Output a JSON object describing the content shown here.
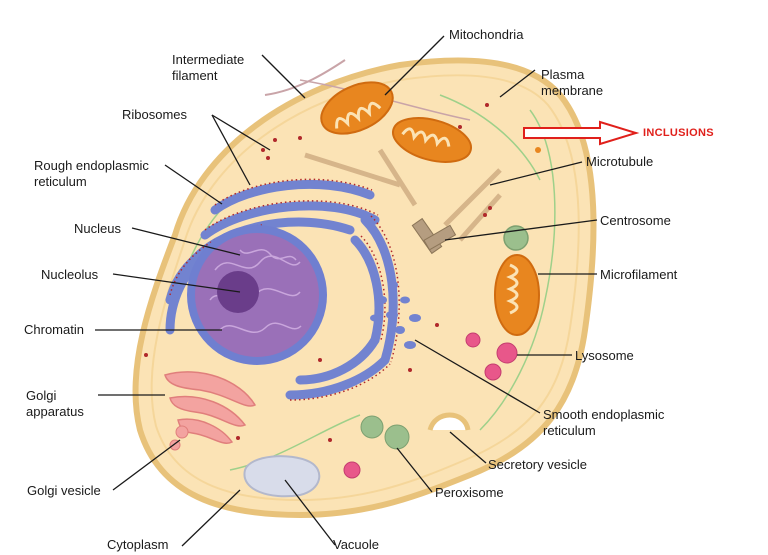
{
  "labels": {
    "mitochondria": "Mitochondria",
    "intermediate_filament_1": "Intermediate",
    "intermediate_filament_2": "filament",
    "plasma_membrane_1": "Plasma",
    "plasma_membrane_2": "membrane",
    "ribosomes": "Ribosomes",
    "inclusions": "INCLUSIONS",
    "rough_er_1": "Rough endoplasmic",
    "rough_er_2": "reticulum",
    "microtubule": "Microtubule",
    "centrosome": "Centrosome",
    "nucleus": "Nucleus",
    "nucleolus": "Nucleolus",
    "microfilament": "Microfilament",
    "chromatin": "Chromatin",
    "lysosome": "Lysosome",
    "golgi_apparatus_1": "Golgi",
    "golgi_apparatus_2": "apparatus",
    "smooth_er_1": "Smooth endoplasmic",
    "smooth_er_2": "reticulum",
    "secretory_vesicle": "Secretory vesicle",
    "golgi_vesicle": "Golgi vesicle",
    "peroxisome": "Peroxisome",
    "cytoplasm": "Cytoplasm",
    "vacuole": "Vacuole"
  },
  "colors": {
    "cytoplasm": "#fbe3b5",
    "membrane": "#e8c27a",
    "nucleus_envelope": "#6f7fd0",
    "nucleus_fill": "#9a70b8",
    "nucleolus": "#6a3d8a",
    "mitochondria": "#e8861f",
    "golgi": "#f3a3a0",
    "lysosome": "#e8578a",
    "peroxisome": "#9bbf8d",
    "vacuole": "#d8dcea",
    "ribosome": "#b0282b",
    "inclusion_arrow": "#e0201b"
  }
}
